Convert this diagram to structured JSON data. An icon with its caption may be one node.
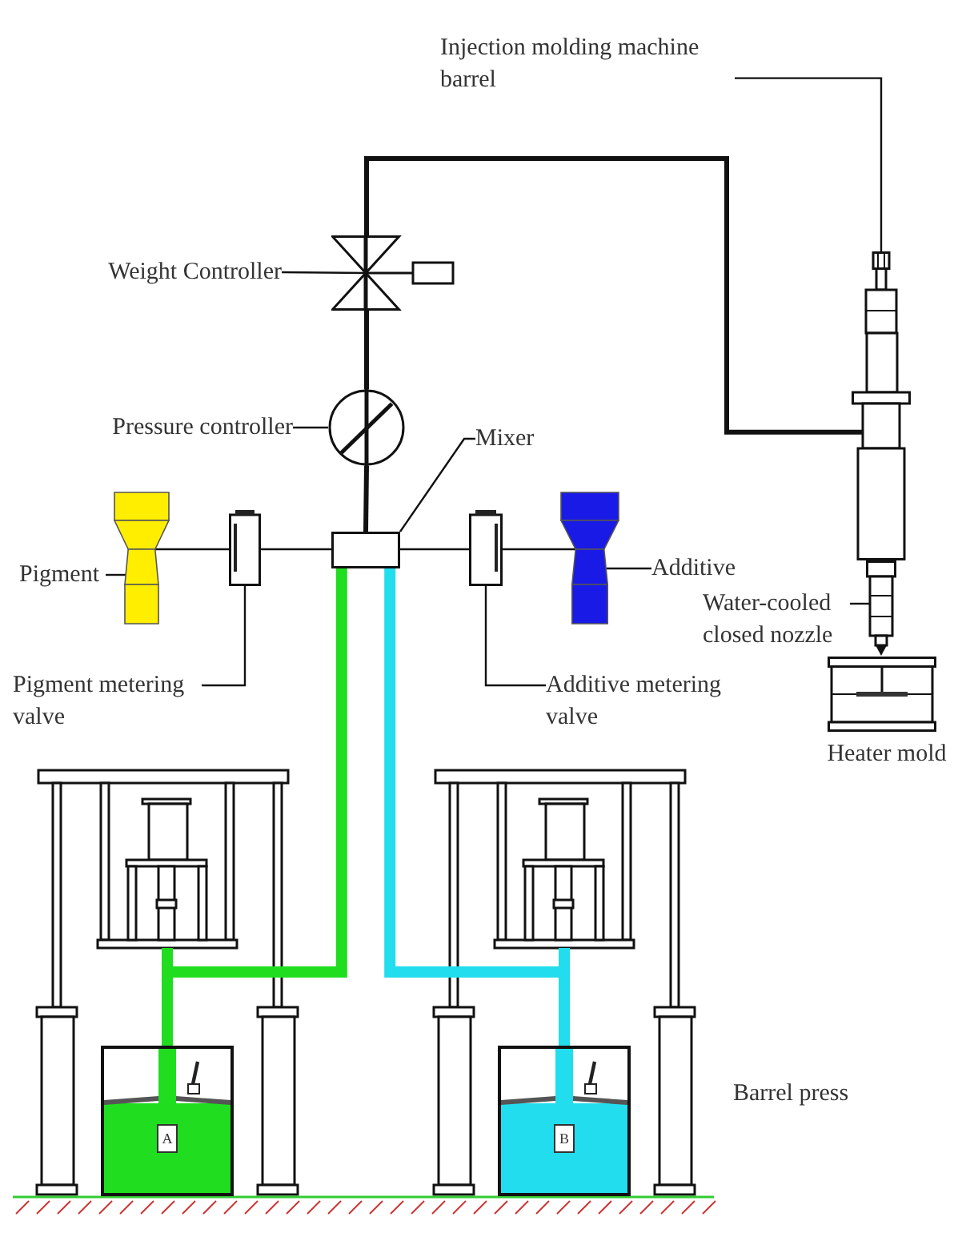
{
  "diagram": {
    "nodes": [
      {
        "text": [
          "Injection molding machine barrel"
        ]
      },
      {
        "text": [],
        "shape": "picture"
      },
      {
        "text": [
          "Weight Controller"
        ]
      },
      {
        "text": [],
        "shape": "valve"
      },
      {
        "text": [
          "Pressure controller"
        ]
      },
      {
        "text": [],
        "shape": "circle"
      },
      {
        "text": [
          "Mixer"
        ]
      },
      {
        "text": [
          "Pigment"
        ]
      },
      {
        "text": [],
        "shape": "picture"
      },
      {
        "text": [],
        "shape": "box"
      },
      {
        "text": [],
        "shape": "box"
      },
      {
        "text": [],
        "shape": "box"
      },
      {
        "text": [],
        "shape": "picture"
      },
      {
        "text": [
          "Additive"
        ]
      },
      {
        "text": [
          "Water-cooled closed nozzle"
        ]
      },
      {
        "text": [],
        "shape": "picture"
      },
      {
        "text": [
          "Pigment metering valve"
        ]
      },
      {
        "text": [
          "Additive metering valve"
        ]
      },
      {
        "text": [],
        "shape": "picture",
        "beside": [
          "Heater mold"
        ]
      },
      {
        "text": [
          "A"
        ]
      },
      {
        "text": [
          "B"
        ]
      }
    ],
    "edges": [
      {
        "from": 0,
        "to": 1,
        "arrow": "none"
      },
      {
        "from": 2,
        "to": 3,
        "arrow": "none"
      },
      {
        "from": 4,
        "to": 5,
        "arrow": "none"
      },
      {
        "from": 6,
        "to": 10,
        "arrow": "none"
      },
      {
        "from": 7,
        "to": 8,
        "arrow": "none"
      },
      {
        "from": 13,
        "to": 12,
        "arrow": "none"
      },
      {
        "from": 14,
        "to": 15,
        "arrow": "none"
      },
      {
        "from": 16,
        "to": 9,
        "arrow": "none"
      },
      {
        "from": 17,
        "to": 11,
        "arrow": "none"
      },
      {
        "from": 10,
        "to": 5,
        "arrow": "none",
        "style": "thick"
      },
      {
        "from": 5,
        "to": 3,
        "arrow": "none",
        "style": "thick"
      },
      {
        "from": 3,
        "to": 1,
        "arrow": "none",
        "style": "thick"
      },
      {
        "from": 8,
        "to": 9,
        "arrow": "none"
      },
      {
        "from": 9,
        "to": 10,
        "arrow": "none"
      },
      {
        "from": 12,
        "to": 11,
        "arrow": "none"
      },
      {
        "from": 11,
        "to": 10,
        "arrow": "none"
      },
      {
        "from": 19,
        "to": 10,
        "arrow": "none",
        "style": "thick",
        "color": "#20dd20"
      },
      {
        "from": 20,
        "to": 10,
        "arrow": "none",
        "style": "thick",
        "color": "#22ddee"
      }
    ],
    "labels": [
      "Barrel press"
    ]
  }
}
